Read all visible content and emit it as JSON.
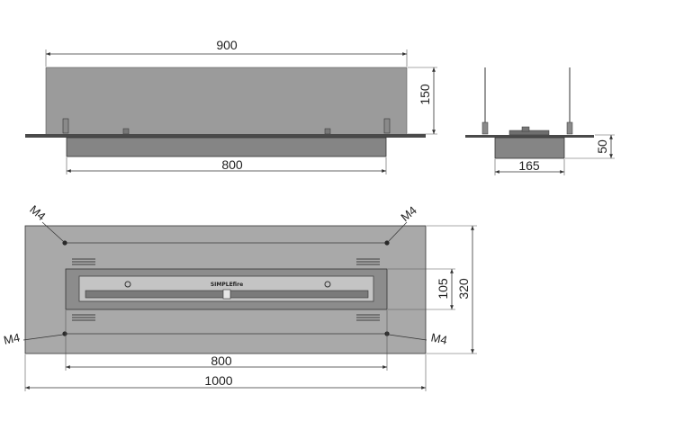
{
  "colors": {
    "glass": "#9b9b9b",
    "plate": "#a9a9a9",
    "insert": "#858585",
    "burner_tray": "#c4c4c4",
    "slot": "#7a7a7a",
    "line": "#333333",
    "background": "#ffffff"
  },
  "front_view": {
    "width_label": "900",
    "height_label": "150",
    "insert_width_label": "800"
  },
  "side_view": {
    "height_label": "50",
    "width_label": "165"
  },
  "top_view": {
    "screw_labels": [
      "M4",
      "M4",
      "M4",
      "M4"
    ],
    "insert_height_label": "105",
    "plate_height_label": "320",
    "insert_width_label": "800",
    "plate_width_label": "1000",
    "brand_text": "SIMPLEfire"
  }
}
